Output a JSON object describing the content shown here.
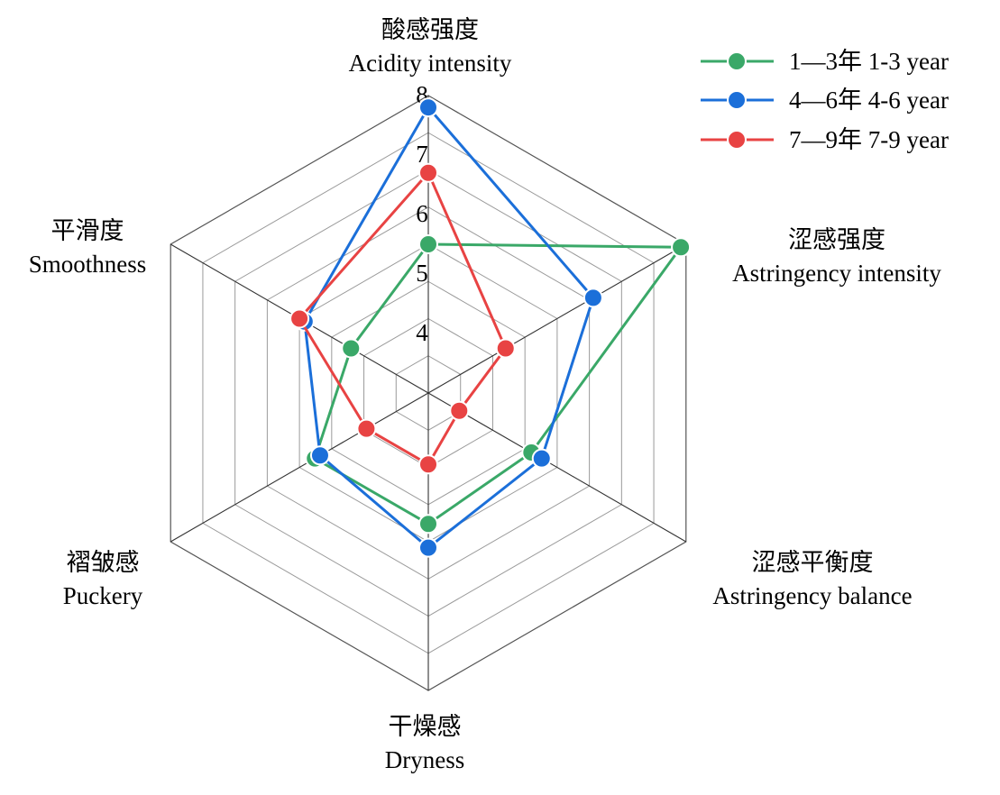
{
  "chart_data": {
    "type": "radar",
    "axes": [
      {
        "zh": "酸感强度",
        "en": "Acidity intensity"
      },
      {
        "zh": "涩感强度",
        "en": "Astringency intensity"
      },
      {
        "zh": "涩感平衡度",
        "en": "Astringency balance"
      },
      {
        "zh": "干燥感",
        "en": "Dryness"
      },
      {
        "zh": "褶皱感",
        "en": "Puckery"
      },
      {
        "zh": "平滑度",
        "en": "Smoothness"
      }
    ],
    "rlim": [
      3,
      8
    ],
    "ticks": [
      "4",
      "5",
      "6",
      "7",
      "8"
    ],
    "grid": true,
    "legend_position": "top-right",
    "series": [
      {
        "name": "1—3年 1-3 year",
        "color": "#3aa868",
        "values": [
          5.5,
          7.9,
          5.0,
          5.2,
          5.2,
          4.5
        ]
      },
      {
        "name": "4—6年 4-6 year",
        "color": "#1b6fd9",
        "values": [
          7.8,
          6.2,
          5.2,
          5.6,
          5.1,
          5.4
        ]
      },
      {
        "name": "7—9年 7-9 year",
        "color": "#e84343",
        "values": [
          6.7,
          4.5,
          3.6,
          4.2,
          4.2,
          5.5
        ]
      }
    ]
  }
}
